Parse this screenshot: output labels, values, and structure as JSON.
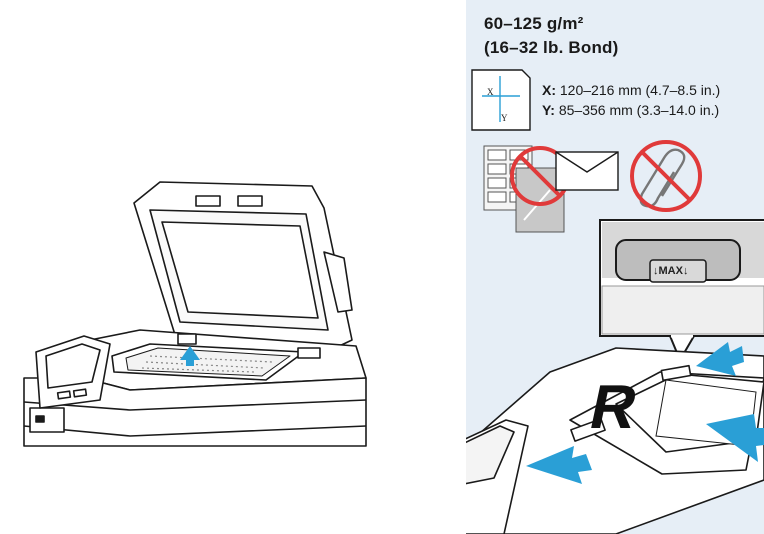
{
  "paper_weight": {
    "metric": "60–125 g/m²",
    "imperial": "(16–32 lb. Bond)"
  },
  "paper_size": {
    "x_key": "X:",
    "x_value": "120–216 mm (4.7–8.5 in.)",
    "y_key": "Y:",
    "y_value": "85–356 mm (3.3–14.0 in.)",
    "x_axis_letter": "X",
    "y_axis_letter": "Y"
  },
  "feeder_guide": {
    "max_label": "↓MAX↓"
  },
  "document_letter": "R",
  "colors": {
    "panel_bg": "#e6eef6",
    "accent_blue": "#2a9fd6",
    "prohibited_red": "#e03a3a",
    "line_dark": "#1a1a1a"
  },
  "icons": [
    "prohibited-icon",
    "paper-clip-icon",
    "envelope-icon",
    "labels-sheet-icon",
    "transparency-icon",
    "arrow-icon"
  ]
}
